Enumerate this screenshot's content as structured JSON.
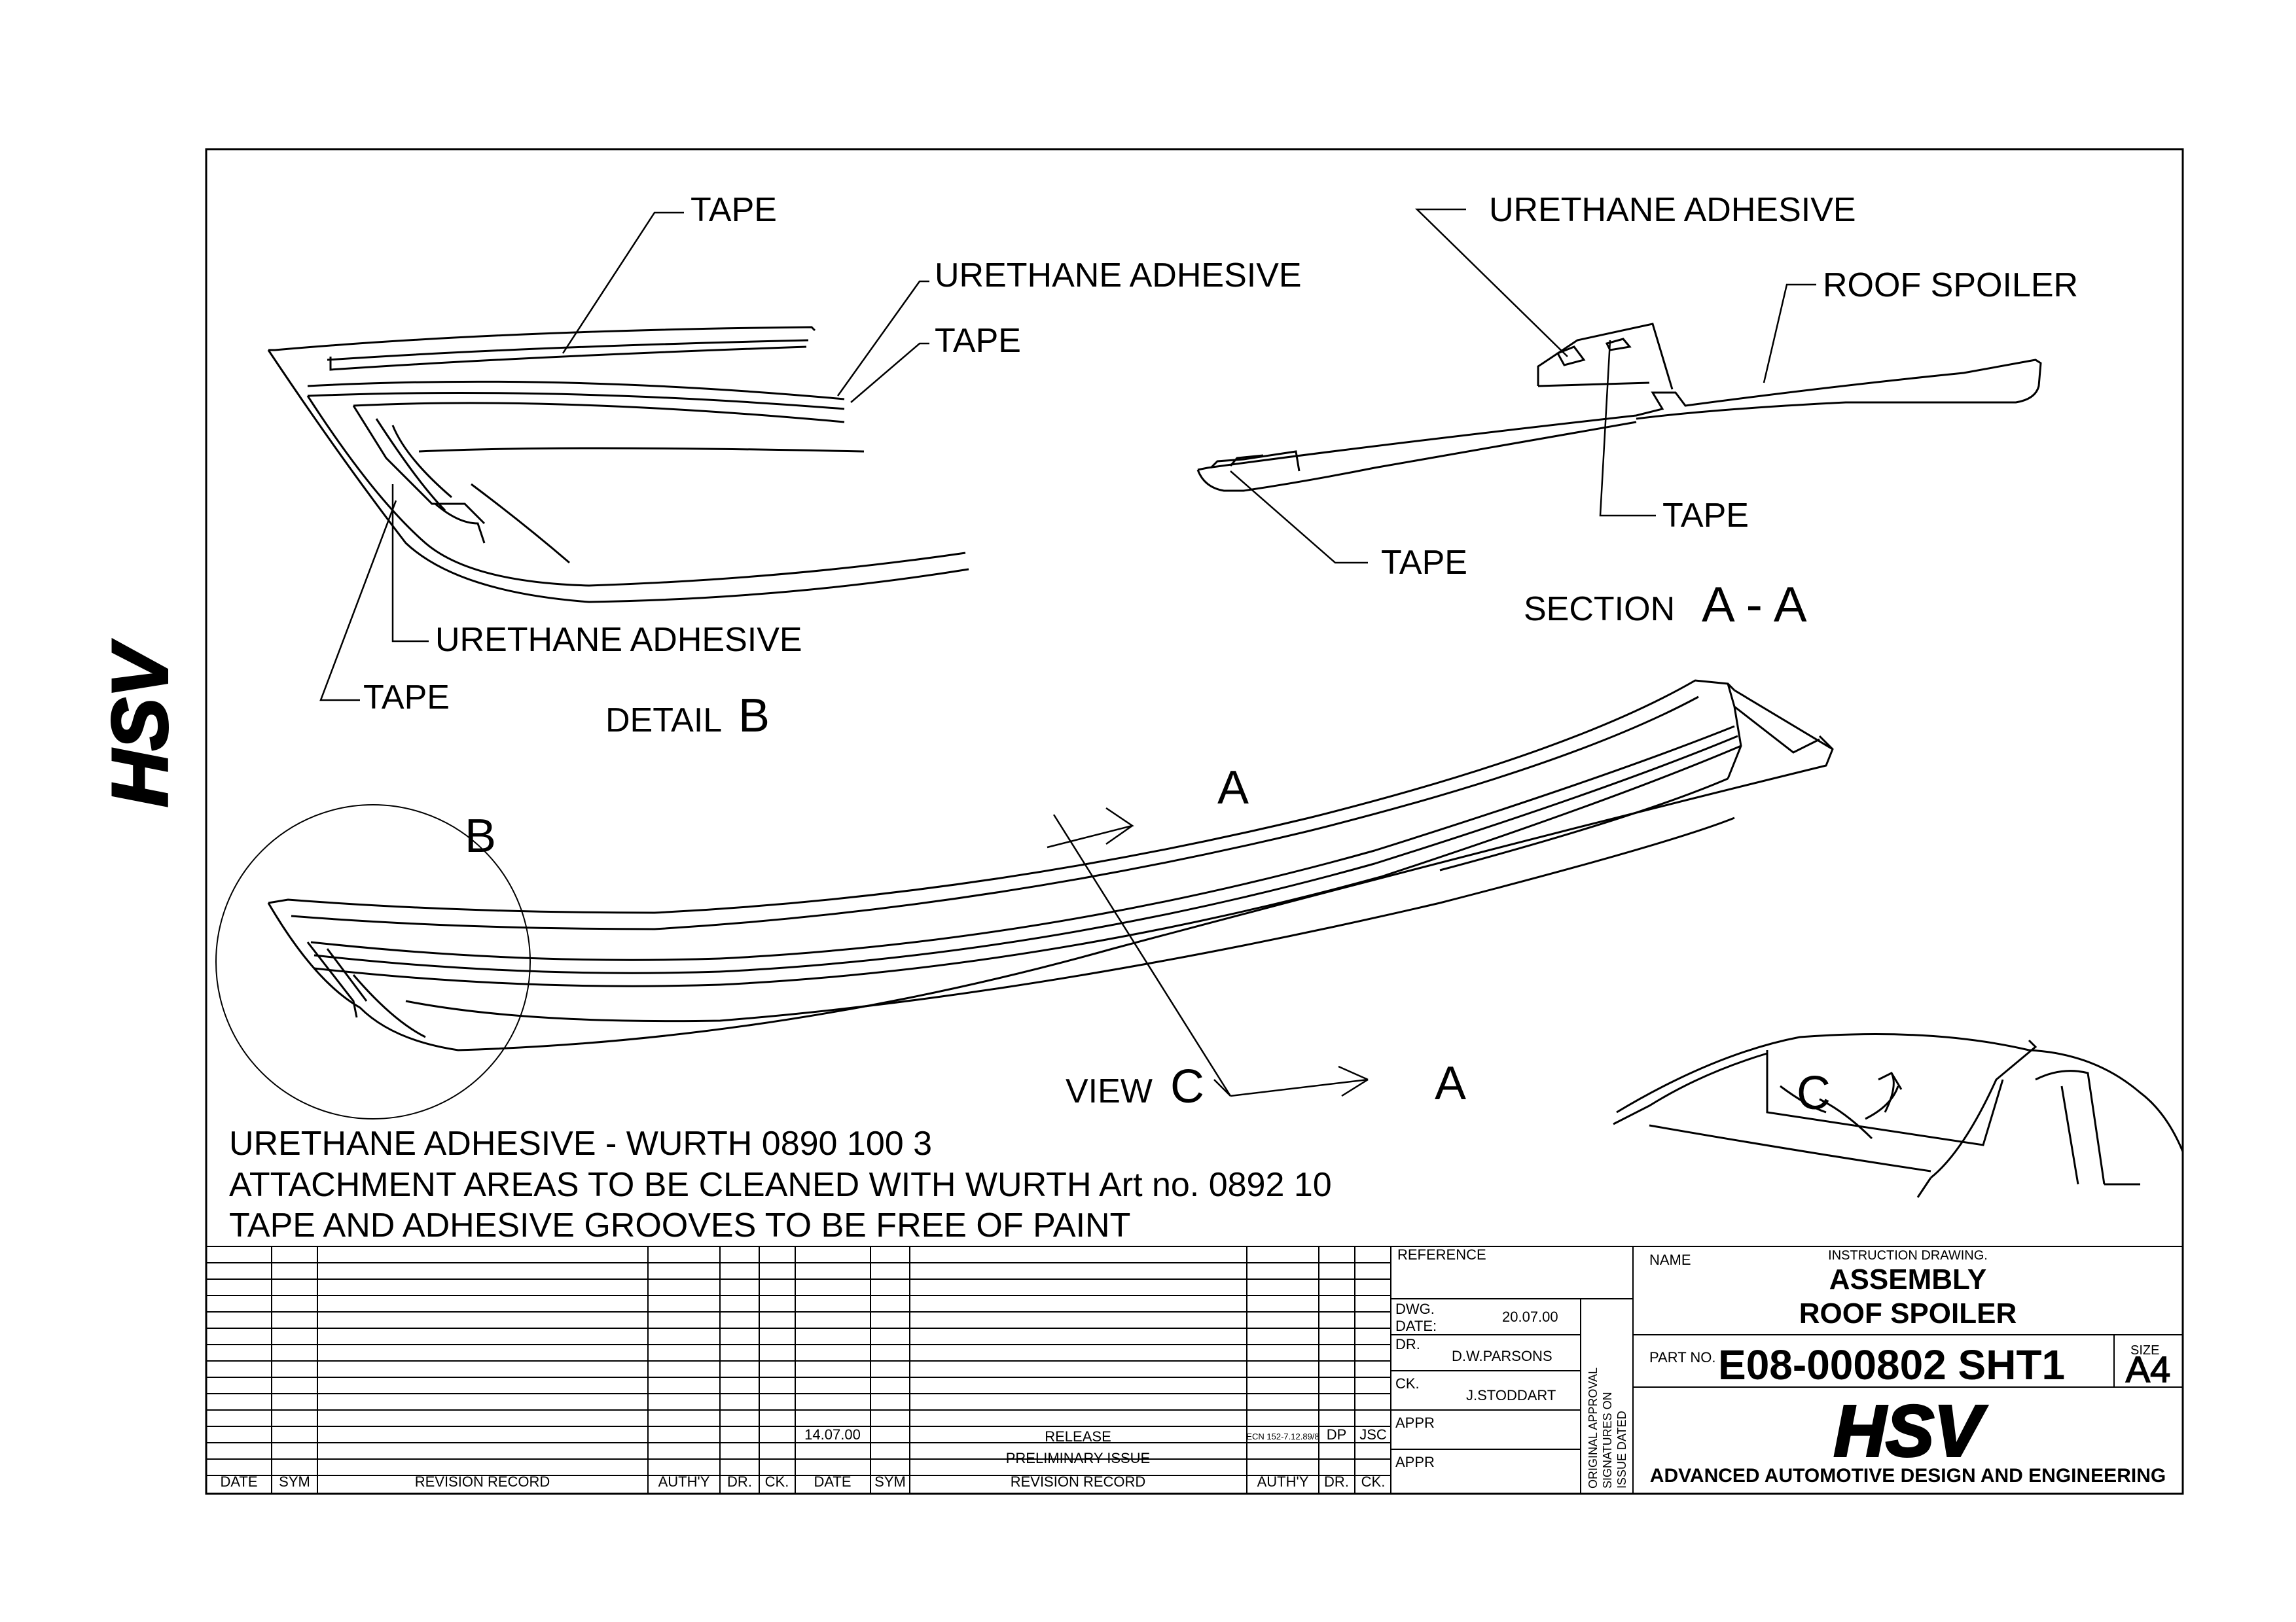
{
  "side_logo": "HSV",
  "detail_b": {
    "tape_top": "TAPE",
    "urethane": "URETHANE ADHESIVE",
    "tape_mid": "TAPE",
    "urethane_lower": "URETHANE ADHESIVE",
    "tape_lower": "TAPE",
    "title_word": "DETAIL",
    "title_letter": "B"
  },
  "section_aa": {
    "urethane": "URETHANE ADHESIVE",
    "roof_spoiler": "ROOF SPOILER",
    "tape_right": "TAPE",
    "tape_left": "TAPE",
    "title_word": "SECTION",
    "title_letter": "A - A"
  },
  "main_view": {
    "arrow_a_top": "A",
    "arrow_a_bottom": "A",
    "circle_b": "B",
    "view_word": "VIEW",
    "view_letter": "C"
  },
  "car_view": {
    "letter": "C"
  },
  "notes": [
    "URETHANE ADHESIVE - WURTH 0890 100 3",
    "ATTACHMENT AREAS TO BE CLEANED WITH WURTH Art no. 0892 10",
    "TAPE AND ADHESIVE GROOVES TO BE FREE OF PAINT"
  ],
  "revision_table": {
    "headers": [
      "DATE",
      "SYM",
      "REVISION RECORD",
      "AUTH'Y",
      "DR.",
      "CK.",
      "DATE",
      "SYM",
      "REVISION RECORD",
      "AUTH'Y",
      "DR.",
      "CK."
    ],
    "release_row": {
      "date": "14.07.00",
      "record": "RELEASE",
      "auth": "ECN 152-7.12.89/8",
      "dr": "DP",
      "ck": "JSC"
    },
    "prelim_row": {
      "record": "PRELIMINARY ISSUE"
    }
  },
  "title_block": {
    "reference_label": "REFERENCE",
    "dwg_date_label_1": "DWG.",
    "dwg_date_label_2": "DATE:",
    "dwg_date": "20.07.00",
    "dr_label": "DR.",
    "dr": "D.W.PARSONS",
    "ck_label": "CK.",
    "ck": "J.STODDART",
    "appr_label_1": "APPR",
    "appr_label_2": "APPR",
    "approval_note": [
      "ORIGINAL APPROVAL",
      "SIGNATURES ON",
      "ISSUE DATED"
    ],
    "name_label": "NAME",
    "instruction": "INSTRUCTION DRAWING.",
    "title_1": "ASSEMBLY",
    "title_2": "ROOF SPOILER",
    "part_no_label": "PART NO.",
    "part_no": "E08-000802 SHT1",
    "size_label": "SIZE",
    "size": "A4",
    "logo": "HSV",
    "company": "ADVANCED AUTOMOTIVE DESIGN AND ENGINEERING"
  }
}
